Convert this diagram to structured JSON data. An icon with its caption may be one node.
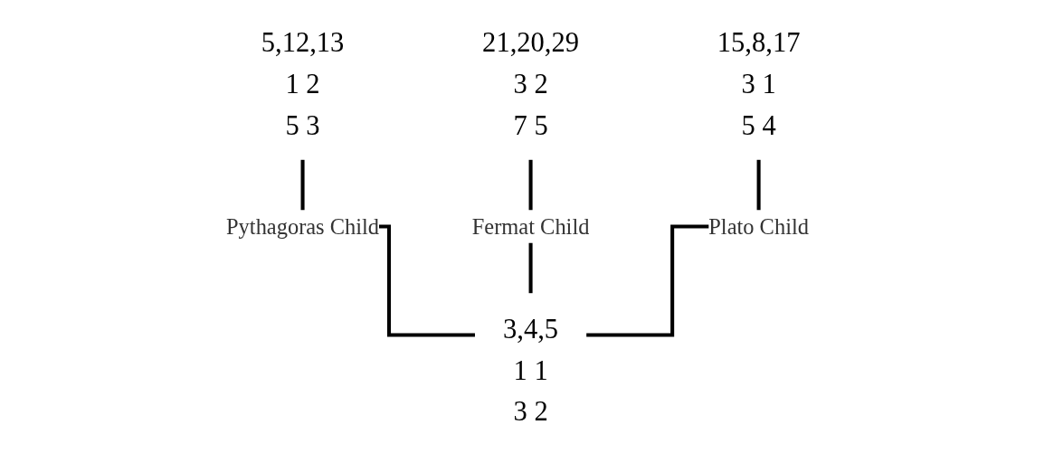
{
  "diagram": {
    "nodes": [
      {
        "text": [
          "5,12,13",
          "1 2",
          "5 3"
        ]
      },
      {
        "text": [
          "21,20,29",
          "3 2",
          "7 5"
        ]
      },
      {
        "text": [
          "15,8,17",
          "3 1",
          "5 4"
        ]
      },
      {
        "text": [
          "3,4,5",
          "1 1",
          "3 2"
        ]
      }
    ],
    "edges": [
      {
        "from": 3,
        "to": 0,
        "arrow": "none",
        "label": "Pythagoras Child"
      },
      {
        "from": 3,
        "to": 1,
        "arrow": "none",
        "label": "Fermat Child"
      },
      {
        "from": 3,
        "to": 2,
        "arrow": "none",
        "label": "Plato Child"
      }
    ]
  }
}
